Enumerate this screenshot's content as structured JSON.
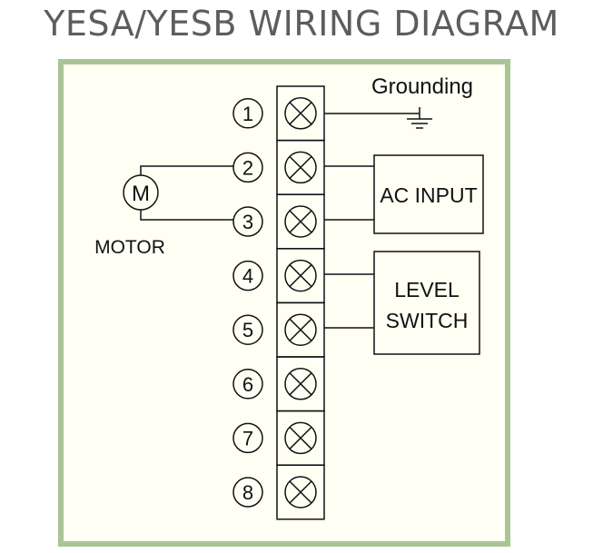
{
  "title": "YESA/YESB WIRING DIAGRAM",
  "terminals": [
    "1",
    "2",
    "3",
    "4",
    "5",
    "6",
    "7",
    "8"
  ],
  "grounding_label": "Grounding",
  "motor": {
    "symbol": "M",
    "label": "MOTOR"
  },
  "ac_input": {
    "label": "AC INPUT"
  },
  "level_switch": {
    "line1": "LEVEL",
    "line2": "SWITCH"
  },
  "colors": {
    "border": "#a9c596",
    "panel": "#fffff4",
    "title": "#5d5d5d",
    "line": "#111111"
  }
}
